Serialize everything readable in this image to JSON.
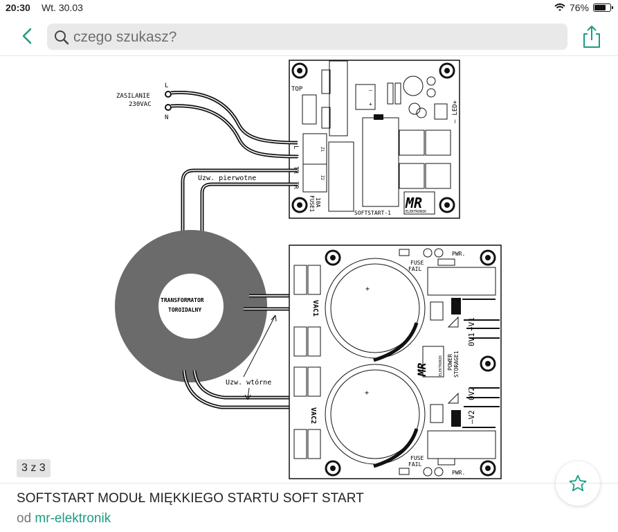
{
  "status_bar": {
    "time": "20:30",
    "date": "Wt. 30.03",
    "battery": "76%"
  },
  "nav": {
    "search_placeholder": "czego szukasz?"
  },
  "gallery": {
    "counter": "3 z 3"
  },
  "schematic": {
    "zasilanie": "ZASILANIE",
    "voltage": "230VAC",
    "L": "L",
    "N": "N",
    "top": "TOP",
    "led": "LED+",
    "led_minus": "–",
    "term_L": "L",
    "term_N": "N",
    "term_TR1": "TR",
    "term_TR2": "TR",
    "z1": "Z1",
    "z2": "Z2",
    "fuse1": "FUSE1",
    "fuse_rating": "10A",
    "softstart": "SOFTSTART-1",
    "mr": "MR",
    "elektronik": "ELEKTRONIK",
    "uzw_pierwotne": "Uzw. pierwotne",
    "transformator": "TRANSFORMATOR",
    "toroidalny": "TOROIDALNY",
    "uzw_wtorne": "Uzw. wtórne",
    "vac1": "VAC1",
    "vac2": "VAC2",
    "fuse_top": "FUSE",
    "fail_top": "FAIL",
    "fuse_bottom": "FUSE",
    "fail_bottom": "FAIL",
    "pwr_top": "PWR.",
    "pwr_bottom": "PWR.",
    "v1": "+V1",
    "ov1": "0V1",
    "ov2": "0V2",
    "v2": "–V2",
    "power": "POWER",
    "storage": "STORAGE1",
    "plus": "+",
    "minus": "–"
  },
  "product": {
    "title": "SOFTSTART MODUŁ MIĘKKIEGO STARTU SOFT START",
    "by": "od",
    "seller": "mr-elektronik"
  },
  "colors": {
    "accent": "#1c9b84",
    "toroid": "#6b6b6b"
  },
  "icons": [
    "wifi-icon",
    "battery-icon",
    "back-chevron-icon",
    "search-icon",
    "share-icon",
    "star-icon"
  ]
}
